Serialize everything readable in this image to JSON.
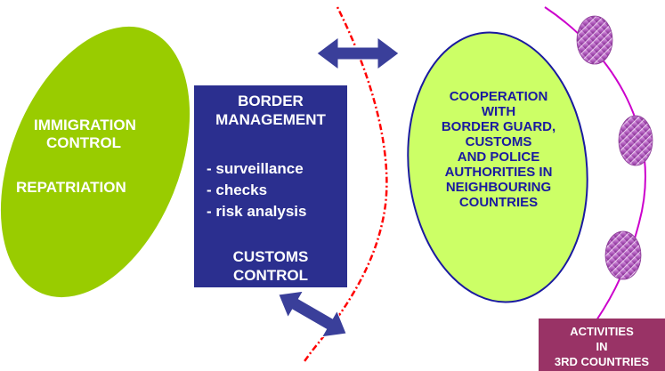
{
  "left_ellipse": {
    "line1": "IMMIGRATION",
    "line2": "CONTROL",
    "line3": "REPATRIATION"
  },
  "center_box": {
    "title_line1": "BORDER",
    "title_line2": "MANAGEMENT",
    "items": [
      "- surveillance",
      "- checks",
      "- risk analysis"
    ],
    "footer_line1": "CUSTOMS",
    "footer_line2": "CONTROL"
  },
  "right_ellipse": {
    "lines": [
      "COOPERATION",
      "WITH",
      "BORDER GUARD,",
      "CUSTOMS",
      "AND POLICE",
      "AUTHORITIES IN",
      "NEIGHBOURING",
      "COUNTRIES"
    ]
  },
  "activities_box": {
    "lines": [
      "ACTIVITIES",
      "IN",
      "3RD COUNTRIES"
    ]
  },
  "colors": {
    "left_ellipse_fill": "#99cc00",
    "center_box_fill": "#2b2f8f",
    "right_ellipse_fill": "#ccff66",
    "right_ellipse_text": "#1a1aa0",
    "arrow_fill": "#3a3f9a",
    "dotted_line": "#ff0000",
    "arc_line": "#cc00cc",
    "sphere_fill": "#b05bbd",
    "activities_fill": "#993366"
  }
}
